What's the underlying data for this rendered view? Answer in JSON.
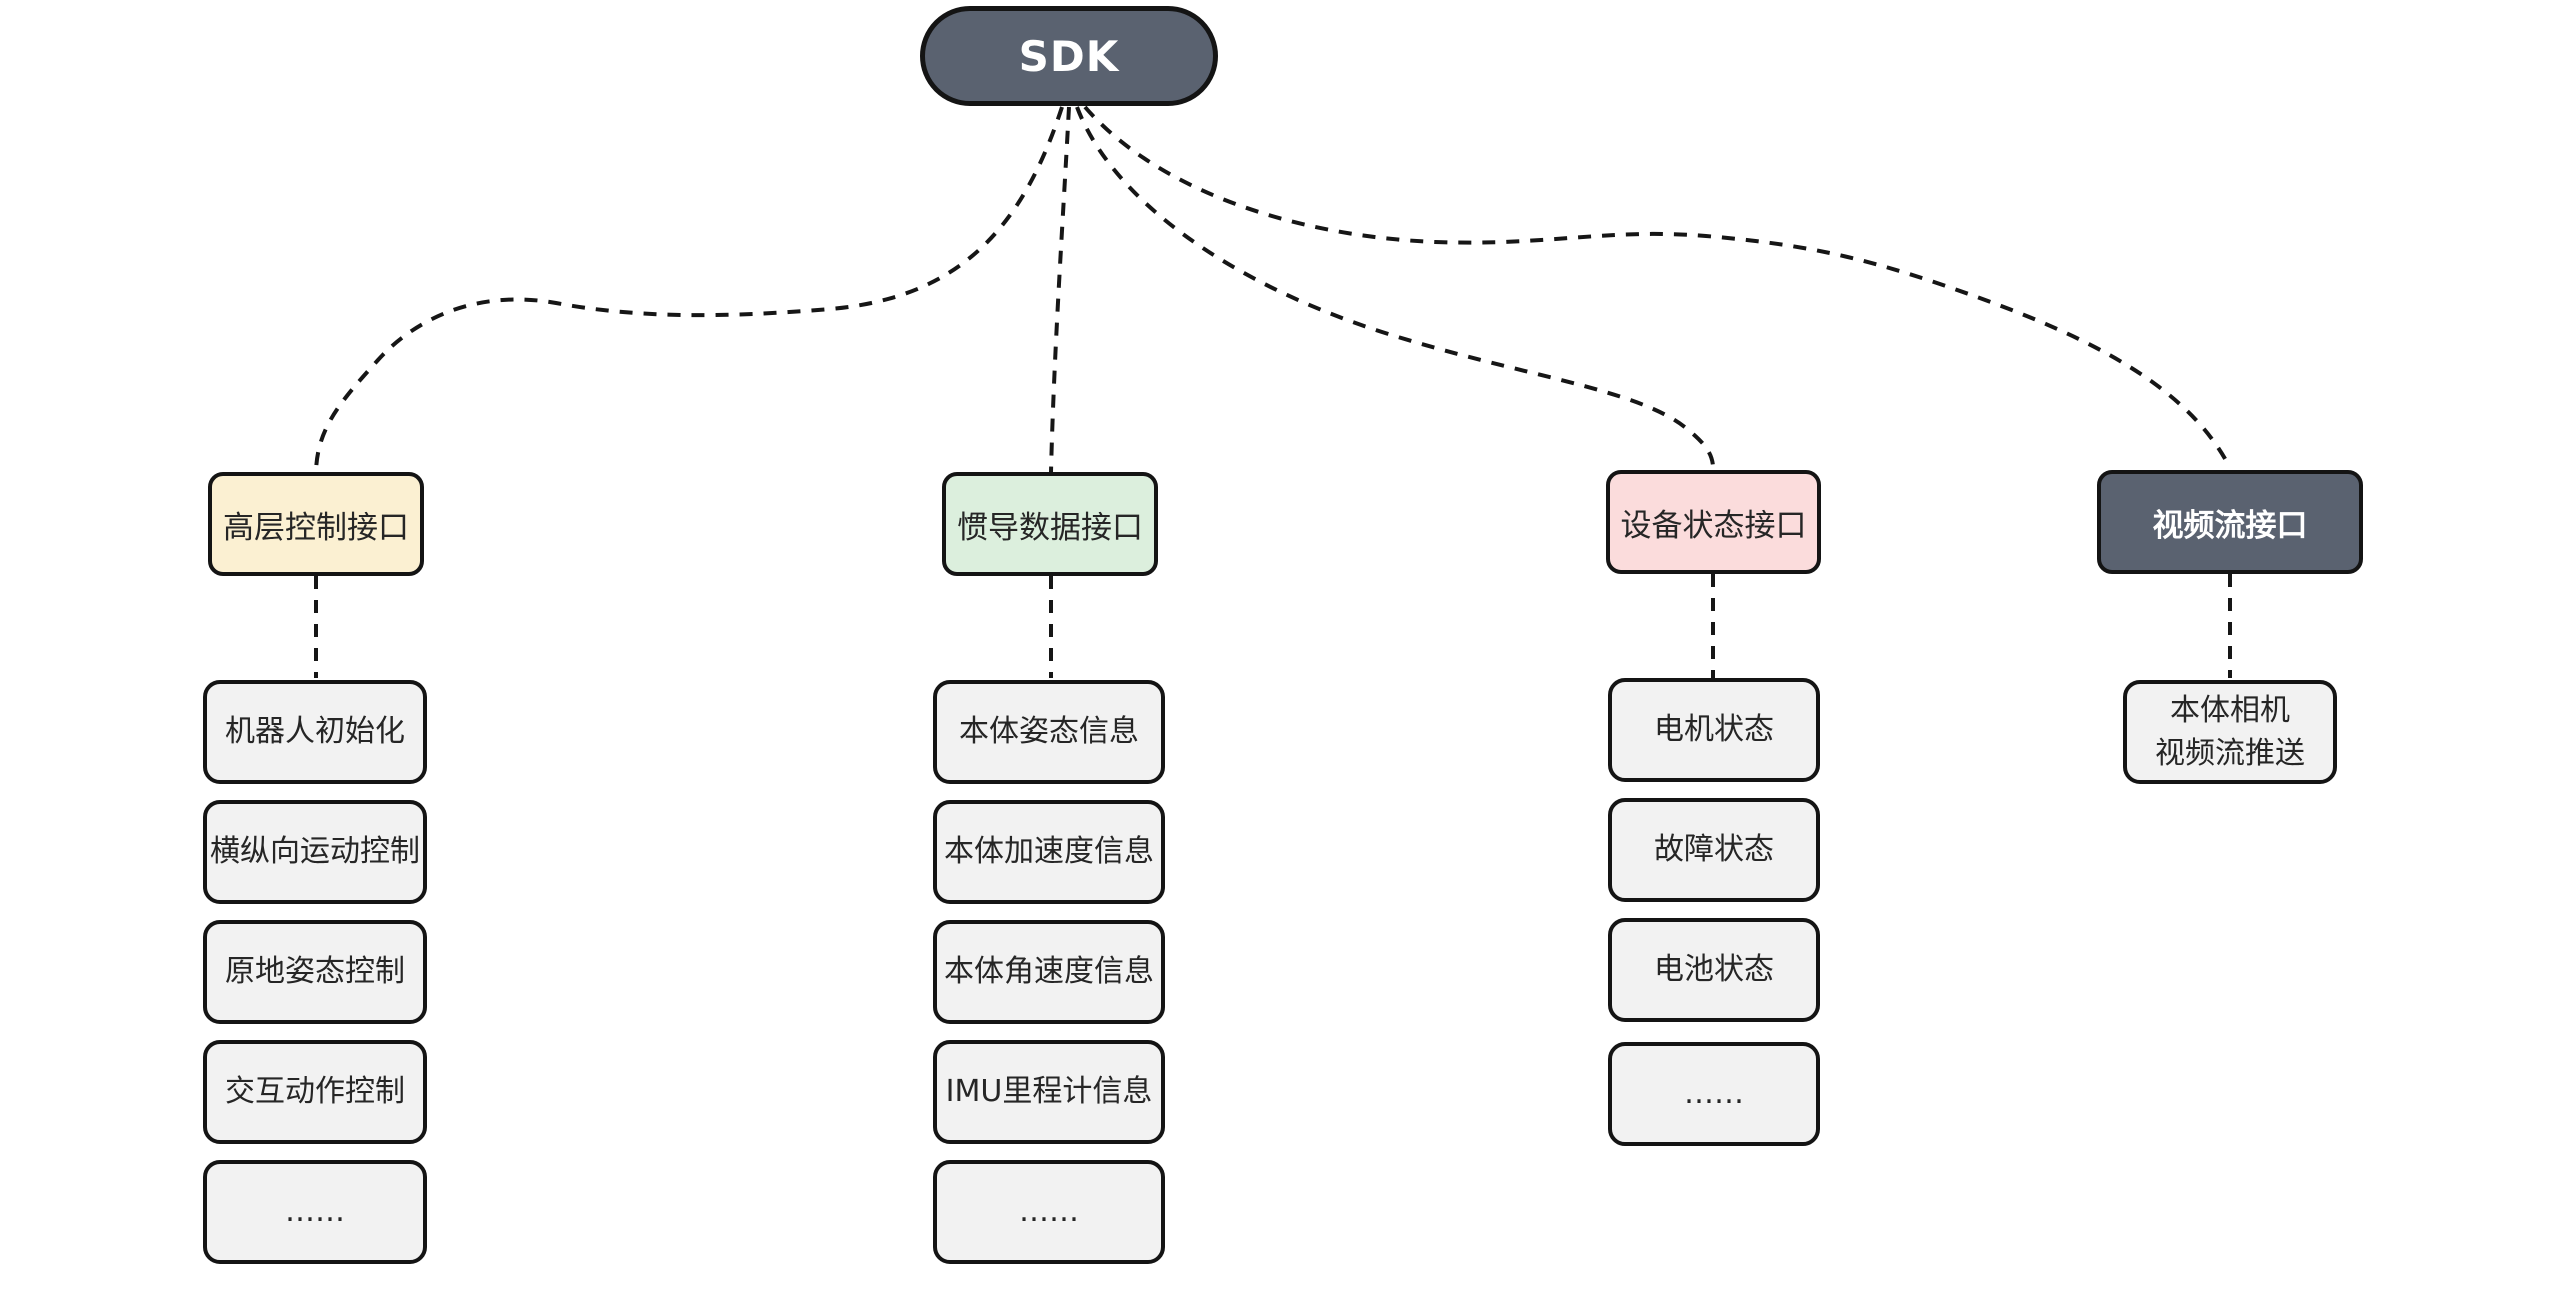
{
  "root": {
    "label": "SDK",
    "fill": "#5a6270",
    "text_color": "#ffffff"
  },
  "edge_color": "#161616",
  "child_fill": "#f2f2f2",
  "border_color": "#141414",
  "columns": [
    {
      "label": "高层控制接口",
      "fill": "#fbf0d2",
      "text_color": "#262626",
      "children": [
        "机器人初始化",
        "横纵向运动控制",
        "原地姿态控制",
        "交互动作控制",
        "……"
      ]
    },
    {
      "label": "惯导数据接口",
      "fill": "#dcefdd",
      "text_color": "#262626",
      "children": [
        "本体姿态信息",
        "本体加速度信息",
        "本体角速度信息",
        "IMU里程计信息",
        "……"
      ]
    },
    {
      "label": "设备状态接口",
      "fill": "#fbdcdc",
      "text_color": "#262626",
      "children": [
        "电机状态",
        "故障状态",
        "电池状态",
        "……"
      ]
    },
    {
      "label": "视频流接口",
      "fill": "#5a6270",
      "text_color": "#ffffff",
      "children": [
        "本体相机\n视频流推送"
      ]
    }
  ]
}
